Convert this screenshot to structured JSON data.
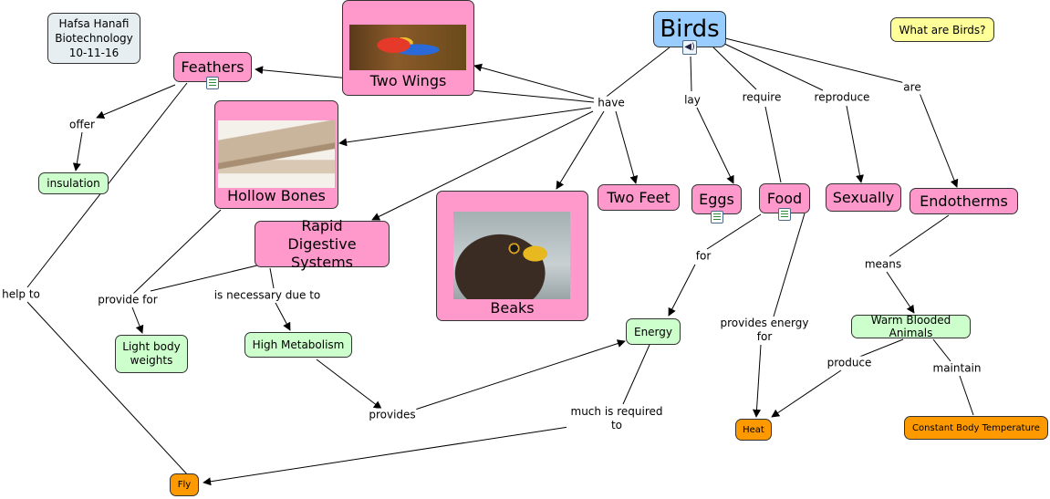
{
  "header_note": {
    "line1": "Hafsa Hanafi",
    "line2": "Biotechnology",
    "line3": "10-11-16"
  },
  "question": "What are Birds?",
  "nodes": {
    "birds": "Birds",
    "feathers": "Feathers",
    "two_wings": "Two Wings",
    "hollow_bones": "Hollow Bones",
    "rapid_digestive": "Rapid Digestive Systems",
    "beaks": "Beaks",
    "two_feet": "Two Feet",
    "eggs": "Eggs",
    "food": "Food",
    "sexually": "Sexually",
    "endotherms": "Endotherms",
    "insulation": "insulation",
    "light_body": "Light body weights",
    "high_metabolism": "High Metabolism",
    "energy": "Energy",
    "warm_blooded": "Warm Blooded Animals",
    "heat": "Heat",
    "constant_temp": "Constant Body Temperature",
    "fly": "Fly"
  },
  "links": {
    "have": "have",
    "lay": "lay",
    "require": "require",
    "reproduce": "reproduce",
    "are": "are",
    "offer": "offer",
    "help_to": "help to",
    "provide_for": "provide for",
    "necessary": "is necessary due to",
    "provides": "provides",
    "for": "for",
    "provides_energy": "provides energy for",
    "much_required": "much is required to",
    "means": "means",
    "produce": "produce",
    "maintain": "maintain"
  },
  "icons": [
    "speaker-icon",
    "document-icon",
    "parrot-image",
    "bone-image",
    "hawk-image"
  ],
  "colors": {
    "concept": "#ff99cc",
    "detail": "#ccffcc",
    "result": "#ff9900",
    "root": "#99ccff",
    "note": "#ffff99"
  }
}
